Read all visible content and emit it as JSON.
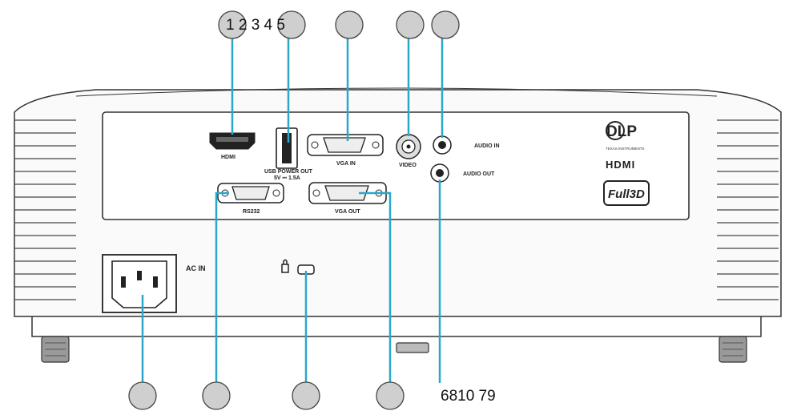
{
  "callouts": {
    "top_numbers": "1 2 3 4 5",
    "bottom_numbers": "6810 79"
  },
  "ports": {
    "hdmi": "HDMI",
    "usb_power_out": "USB POWER OUT",
    "usb_rating": "5V ⎓ 1.5A",
    "vga_in": "VGA IN",
    "video": "VIDEO",
    "audio_in": "AUDIO IN",
    "audio_out": "AUDIO OUT",
    "rs232": "RS232",
    "vga_out": "VGA OUT",
    "ac_in": "AC IN"
  },
  "logos": {
    "dlp": "DLP",
    "dlp_sub": "TEXAS INSTRUMENTS",
    "hdmi_logo": "HDMI",
    "full3d": "Full3D"
  },
  "colors": {
    "callout_line": "#2aa8cc",
    "callout_circle": "#cfcfcf",
    "outline": "#333333"
  }
}
